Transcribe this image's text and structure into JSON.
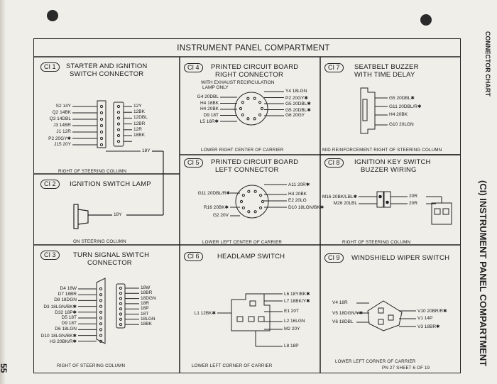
{
  "side": {
    "chart": "CONNECTOR CHART",
    "section": "(CI) INSTRUMENT PANEL COMPARTMENT",
    "page": "55"
  },
  "title": "INSTRUMENT PANEL COMPARTMENT",
  "c1": {
    "tag": "CI 1",
    "title1": "STARTER AND IGNITION",
    "title2": "SWITCH CONNECTOR",
    "left": [
      "S2 14Y",
      "Q2 14BK",
      "Q3 14DBL",
      "J3 14BR",
      "J1 12R",
      "P2 20GY✱",
      "J15 20Y"
    ],
    "right": [
      "12Y",
      "12BK",
      "12DBL",
      "12BR",
      "12R",
      "18BK",
      "18Y"
    ],
    "caption": "RIGHT OF STEERING COLUMN"
  },
  "c2": {
    "tag": "CI 2",
    "title": "IGNITION SWITCH LAMP",
    "wire": "18Y",
    "caption": "ON STEERING COLUMN"
  },
  "c3": {
    "tag": "CI 3",
    "title1": "TURN SIGNAL SWITCH",
    "title2": "CONNECTOR",
    "left": [
      "D4 18W",
      "D7 18BR",
      "D8 18DGN",
      "D3 18LGN/BK✱",
      "D32 18P✱",
      "D5 18T",
      "D9 18T",
      "D6 18LGN",
      "D10 18LGN/BK✱",
      "H3 20BK/R✱"
    ],
    "right": [
      "18W",
      "18BR",
      "18DGN",
      "18R",
      "18P",
      "18T",
      "18LGN",
      "18BK"
    ],
    "caption": "RIGHT OF STEERING COLUMN"
  },
  "c4": {
    "tag": "CI 4",
    "title1": "PRINTED CIRCUIT BOARD",
    "title2": "RIGHT CONNECTOR",
    "note1": "WITH EXHAUST RECIRCULATION",
    "note2": "LAMP ONLY",
    "left": [
      "G4 20DBL",
      "H4 18BK",
      "H4 20BK",
      "D9 18T",
      "L5 16R✱"
    ],
    "right": [
      "Y4 18LGN",
      "P2 20GY✱",
      "G5 20DBL✱",
      "G5 20DBL✱",
      "G6 20GY"
    ],
    "caption": "LOWER RIGHT CENTER OF CARRIER"
  },
  "c5": {
    "tag": "CI 5",
    "title1": "PRINTED CIRCUIT BOARD",
    "title2": "LEFT CONNECTOR",
    "left": [
      "G11 20DBL/R✱",
      "R16 20BK✱",
      "G2 20V"
    ],
    "right": [
      "A11 20R✱",
      "H4 20BK",
      "E2 20LG",
      "D10 18LGN/BK✱"
    ],
    "caption": "LOWER LEFT CENTER OF CARRIER"
  },
  "c6": {
    "tag": "CI 6",
    "title": "HEADLAMP SWITCH",
    "left": [
      "L1 12BK✱"
    ],
    "right": [
      "L6 18Y/BK✱",
      "L7 18BK/Y✱",
      "E1 20T",
      "L2 16LGN",
      "M2 20Y",
      "L8 18P"
    ],
    "caption": "LOWER LEFT CORNER OF CARRIER"
  },
  "c7": {
    "tag": "CI 7",
    "title1": "SEATBELT BUZZER",
    "title2": "WITH TIME DELAY",
    "right": [
      "G5 20DBL✱",
      "G11 20DBL/R✱",
      "H4 20BK",
      "G10 20LGN"
    ],
    "caption": "MID REINFORCEMENT RIGHT OF STEERING COLUMN"
  },
  "c8": {
    "tag": "CI 8",
    "title1": "IGNITION KEY SWITCH",
    "title2": "BUZZER WIRING",
    "left": [
      "M16 20BK/LBL✱",
      "M26 20LBL"
    ],
    "right": [
      "20R",
      "20R"
    ],
    "caption": "RIGHT OF STEERING COLUMN"
  },
  "c9": {
    "tag": "CI 9",
    "title": "WINDSHIELD WIPER SWITCH",
    "left": [
      "V4 18R",
      "V5 18DGN/Y✱",
      "V6 18DBL"
    ],
    "right": [
      "V10 20BR/R✱",
      "V1 14P",
      "V3 18BR✱"
    ],
    "caption": "LOWER LEFT CORNER OF CARRIER",
    "sheet": "PN 27 SHEET 6 OF 19"
  }
}
